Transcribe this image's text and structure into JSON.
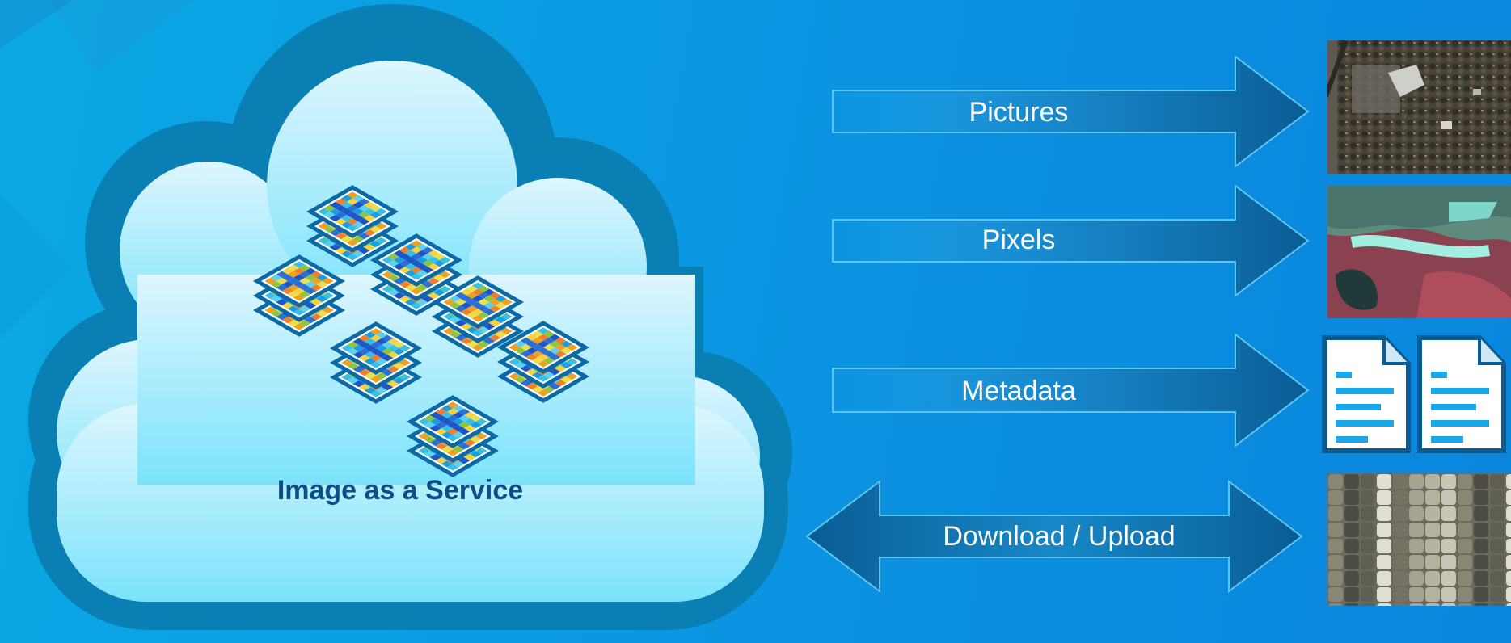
{
  "cloud": {
    "title": "Image as a Service"
  },
  "arrows": [
    {
      "label": "Pictures",
      "direction": "right"
    },
    {
      "label": "Pixels",
      "direction": "right"
    },
    {
      "label": "Metadata",
      "direction": "right"
    },
    {
      "label": "Download / Upload",
      "direction": "both"
    }
  ],
  "thumbnails": [
    {
      "name": "aerial-photo",
      "kind": "picture"
    },
    {
      "name": "false-color-pixels",
      "kind": "picture"
    },
    {
      "name": "metadata-documents",
      "kind": "document-icons"
    },
    {
      "name": "pixel-blocks",
      "kind": "picture"
    }
  ],
  "colors": {
    "cloud_outer": "#0a7fb4",
    "cloud_inner_top": "#dbf5fe",
    "cloud_inner_bottom": "#7de4fb",
    "arrow_fill": "#0e6ea8",
    "tile_border": "#0b6aa6"
  }
}
